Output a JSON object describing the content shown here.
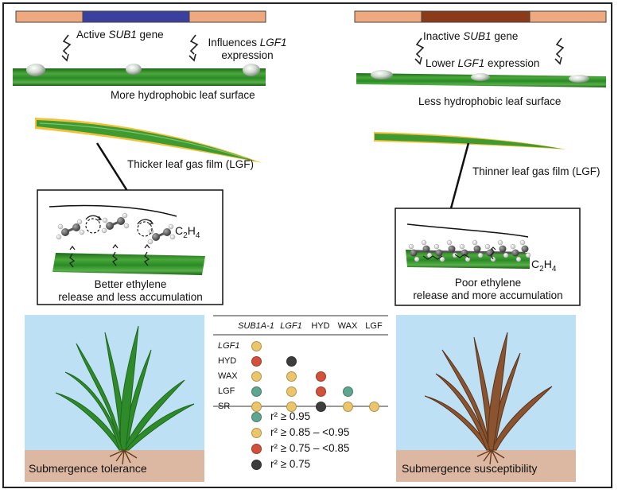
{
  "left": {
    "gene_prefix": "Active ",
    "gene_name": "SUB1",
    "gene_suffix": " gene",
    "influence_line1_prefix": "Influences ",
    "influence_line1_gene": "LGF1",
    "influence_line2": "expression",
    "surface_label": "More hydrophobic leaf surface",
    "film_label": "Thicker leaf gas film (LGF)",
    "ethylene_label_line1": "Better ethylene",
    "ethylene_label_line2": "release and less accumulation",
    "outcome_label": "Submergence tolerance"
  },
  "right": {
    "gene_prefix": "Inactive ",
    "gene_name": "SUB1",
    "gene_suffix": " gene",
    "influence_prefix": "Lower ",
    "influence_gene": "LGF1",
    "influence_suffix": " expression",
    "surface_label": "Less hydrophobic leaf surface",
    "film_label": "Thinner leaf gas film (LGF)",
    "ethylene_label_line1": "Poor ethylene",
    "ethylene_label_line2": "release and more accumulation",
    "outcome_label": "Submergence susceptibility"
  },
  "ethylene_formula": {
    "c": "C",
    "sub1": "2",
    "h": "H",
    "sub2": "4"
  },
  "table": {
    "columns": [
      "SUB1A-1",
      "LGF1",
      "HYD",
      "WAX",
      "LGF"
    ],
    "rows": [
      {
        "label": "LGF1",
        "cells": [
          "yellow"
        ]
      },
      {
        "label": "HYD",
        "cells": [
          "red",
          "black"
        ]
      },
      {
        "label": "WAX",
        "cells": [
          "yellow",
          "yellow",
          "red"
        ]
      },
      {
        "label": "LGF",
        "cells": [
          "teal",
          "yellow",
          "red",
          "teal"
        ]
      },
      {
        "label": "SR",
        "cells": [
          "yellow",
          "yellow",
          "black",
          "yellow",
          "yellow"
        ]
      }
    ]
  },
  "legend": [
    {
      "color": "teal",
      "text": "r² ≥ 0.95"
    },
    {
      "color": "yellow",
      "text": "r² ≥ 0.85 – <0.95"
    },
    {
      "color": "red",
      "text": "r² ≥ 0.75 – <0.85"
    },
    {
      "color": "black",
      "text": "r² ≥ 0.75"
    }
  ],
  "colors": {
    "teal": "#5fa58f",
    "yellow": "#ecc56b",
    "red": "#d2513a",
    "black": "#3d3d3d",
    "active_gene": "#3b3f9e",
    "inactive_gene": "#8b3a1a",
    "gene_flank": "#eea97f",
    "sky": "#bde0f5",
    "soil": "#dcb7a1",
    "leaf_green": "#2f8a2a",
    "leaf_film": "#f3c23a"
  }
}
